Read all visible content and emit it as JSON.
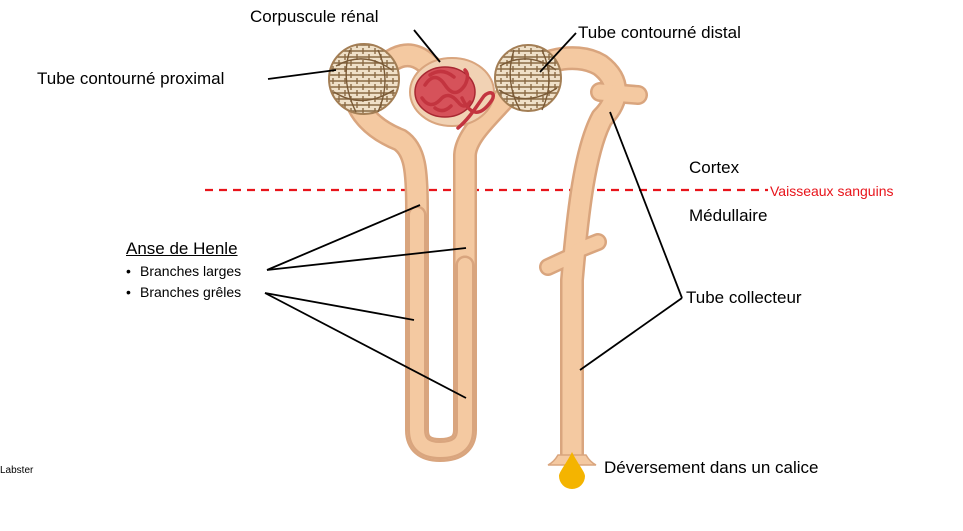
{
  "labels": {
    "corpuscule": "Corpuscule rénal",
    "tcp": "Tube contourné proximal",
    "tcd": "Tube contourné distal",
    "cortex": "Cortex",
    "vaisseaux": "Vaisseaux sanguins",
    "medullaire": "Médullaire",
    "anse_title": "Anse de Henle",
    "branches_larges": "Branches larges",
    "branches_greles": "Branches grêles",
    "tube_collecteur": "Tube collecteur",
    "deversement": "Déversement dans un calice",
    "credit": "Labster"
  },
  "colors": {
    "tube_fill": "#f4c9a1",
    "tube_outline": "#d9a57e",
    "glomerulus": "#c3343f",
    "capsule": "#e1c6a3",
    "divider": "#e8141b",
    "drop": "#f4b400"
  },
  "icons": {
    "drop": "drop-icon"
  }
}
